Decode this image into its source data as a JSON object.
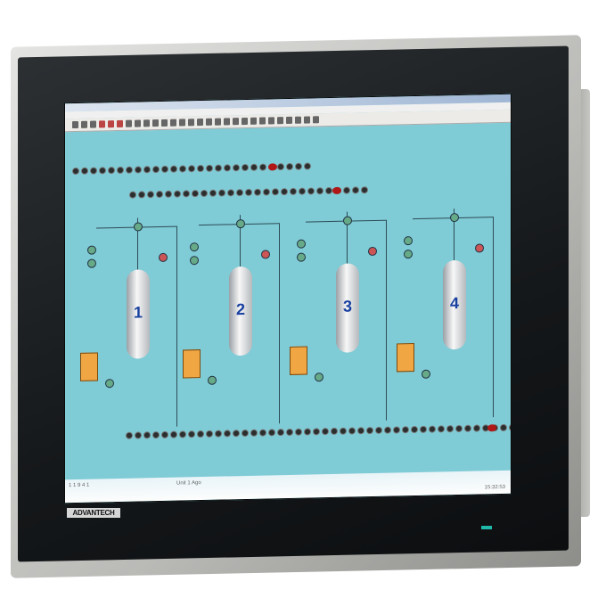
{
  "device": {
    "brand_logo": "ADVANTECH",
    "led_color": "#20b8a8",
    "bezel_color": "#15181a"
  },
  "screen": {
    "background_color": "#7fcbd6",
    "status": {
      "left": "1 1 9 4 1",
      "middle": "Unit 1 Ago",
      "time": "15:32:53"
    },
    "units": [
      {
        "label": "1"
      },
      {
        "label": "2"
      },
      {
        "label": "3"
      },
      {
        "label": "4"
      }
    ],
    "alarm_color": "#b01818"
  }
}
